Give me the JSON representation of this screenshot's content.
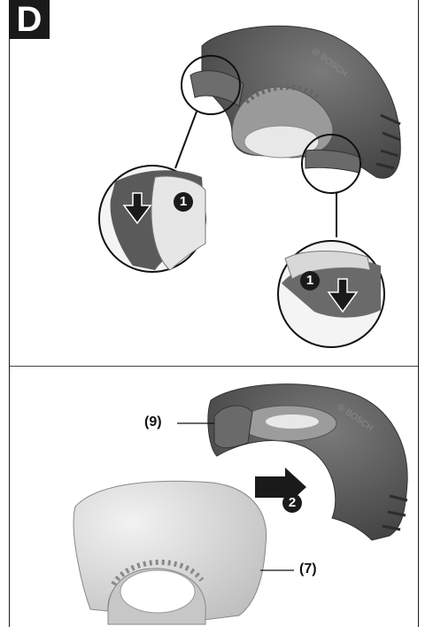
{
  "step_badge": "D",
  "callouts": [
    {
      "number": "1"
    },
    {
      "number": "1"
    },
    {
      "number": "2"
    }
  ],
  "labels": {
    "part_9": "(9)",
    "part_7": "(7)"
  },
  "brand_mark": "BOSCH",
  "colors": {
    "guard_dark": "#555555",
    "guard_light": "#dcdcdc",
    "frame": "#1a1a1a"
  }
}
